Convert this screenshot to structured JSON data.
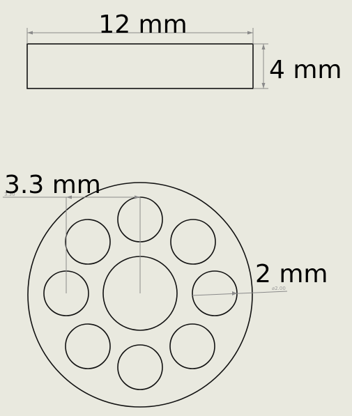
{
  "side_view": {
    "width_label": "12 mm",
    "height_label": "4 mm"
  },
  "top_view": {
    "spacing_label": "3.3 mm",
    "spacing_small_label": "3.30",
    "hole_label": "2 mm",
    "hole_small_label": "⌀2.00"
  }
}
